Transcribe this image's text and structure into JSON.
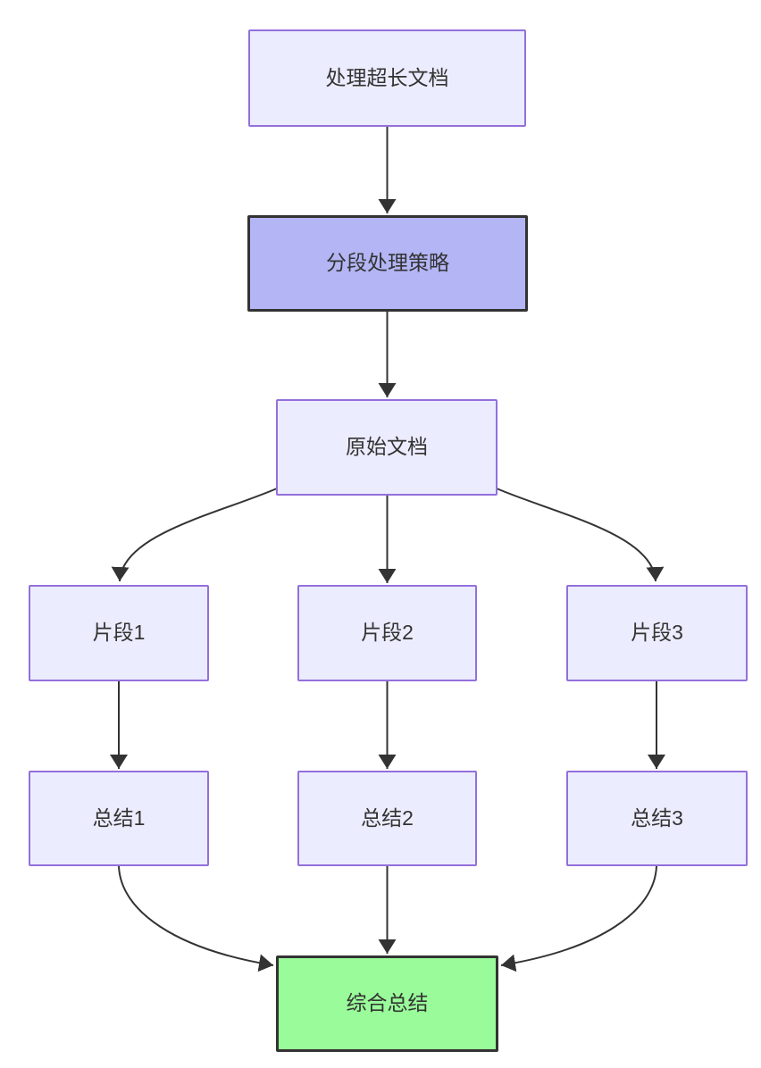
{
  "diagram": {
    "type": "flowchart",
    "direction": "top-down",
    "nodes": [
      {
        "id": "A",
        "label": "处理超长文档",
        "kind": "default"
      },
      {
        "id": "B",
        "label": "分段处理策略",
        "kind": "strategy"
      },
      {
        "id": "C",
        "label": "原始文档",
        "kind": "default"
      },
      {
        "id": "D1",
        "label": "片段1",
        "kind": "default"
      },
      {
        "id": "D2",
        "label": "片段2",
        "kind": "default"
      },
      {
        "id": "D3",
        "label": "片段3",
        "kind": "default"
      },
      {
        "id": "E1",
        "label": "总结1",
        "kind": "default"
      },
      {
        "id": "E2",
        "label": "总结2",
        "kind": "default"
      },
      {
        "id": "E3",
        "label": "总结3",
        "kind": "default"
      },
      {
        "id": "F",
        "label": "综合总结",
        "kind": "result"
      }
    ],
    "edges": [
      {
        "from": "A",
        "to": "B"
      },
      {
        "from": "B",
        "to": "C"
      },
      {
        "from": "C",
        "to": "D1"
      },
      {
        "from": "C",
        "to": "D2"
      },
      {
        "from": "C",
        "to": "D3"
      },
      {
        "from": "D1",
        "to": "E1"
      },
      {
        "from": "D2",
        "to": "E2"
      },
      {
        "from": "D3",
        "to": "E3"
      },
      {
        "from": "E1",
        "to": "F"
      },
      {
        "from": "E2",
        "to": "F"
      },
      {
        "from": "E3",
        "to": "F"
      }
    ],
    "colors": {
      "canvas": "#FFFFFF",
      "node_fill": "#ECECFF",
      "node_border": "#9370DB",
      "strategy_fill": "#B3B5F5",
      "strategy_border": "#333333",
      "result_fill": "#99FB99",
      "result_border": "#333333",
      "edge": "#333333",
      "text": "#333333"
    }
  }
}
